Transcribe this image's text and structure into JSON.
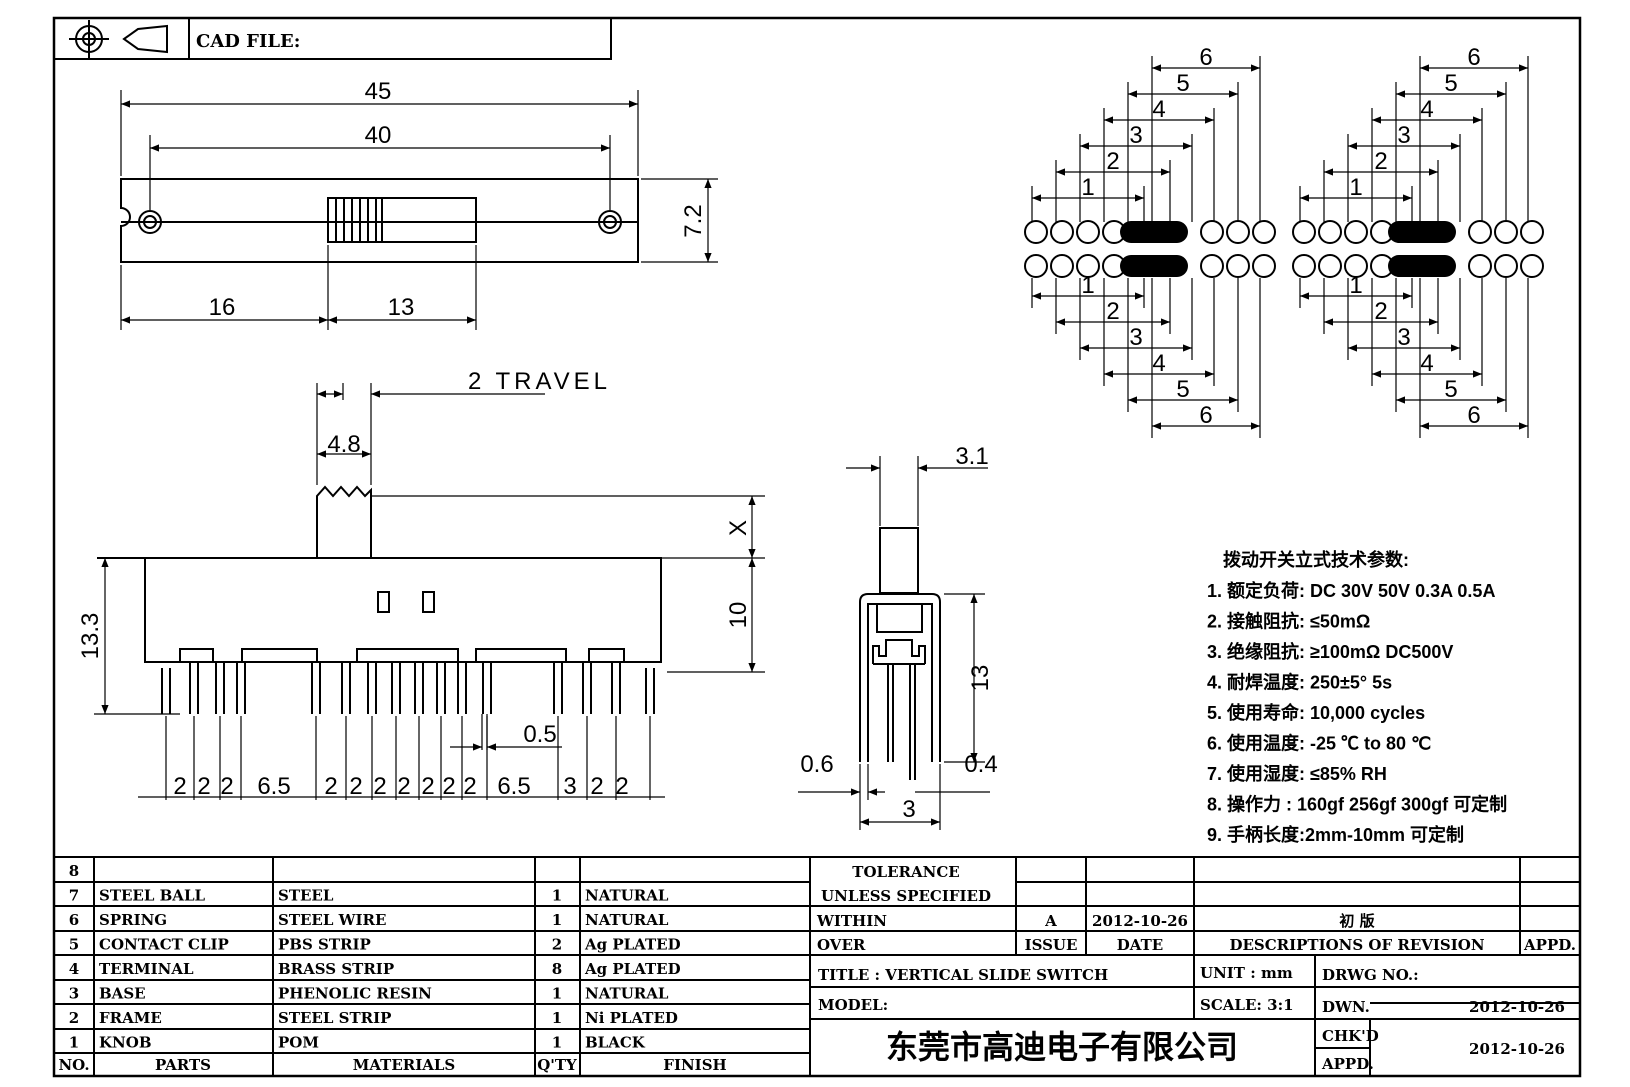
{
  "header": {
    "cad_file_label": "CAD FILE:"
  },
  "top_view": {
    "dims": {
      "overall": "45",
      "mount": "40",
      "height": "7.2",
      "left": "16",
      "window": "13"
    }
  },
  "front_view": {
    "travel": "2 TRAVEL",
    "knob_width": "4.8",
    "x": "X",
    "body_height": "13.3",
    "body": "10",
    "pin_width": "0.5",
    "pitch_labels": [
      "2",
      "2",
      "2",
      "6.5",
      "2",
      "2",
      "2",
      "2",
      "2",
      "2",
      "2",
      "6.5",
      "3",
      "2",
      "2"
    ]
  },
  "side_view": {
    "top": "3.1",
    "height": "13",
    "left": "0.6",
    "right": "0.4",
    "bottom": "3"
  },
  "pin_diagrams": [
    {
      "pos_top": [
        "6",
        "5",
        "4",
        "3",
        "2",
        "1"
      ],
      "pos_bottom": [
        "1",
        "2",
        "3",
        "4",
        "5",
        "6"
      ]
    },
    {
      "pos_top": [
        "6",
        "5",
        "4",
        "3",
        "2",
        "1"
      ],
      "pos_bottom": [
        "1",
        "2",
        "3",
        "4",
        "5",
        "6"
      ]
    }
  ],
  "specs": {
    "title": "拨动开关立式技术参数:",
    "items": [
      "1. 额定负荷: DC 30V   50V   0.3A   0.5A",
      "2. 接触阻抗: ≤50mΩ",
      "3. 绝缘阻抗: ≥100mΩ  DC500V",
      "4. 耐焊温度: 250±5° 5s",
      "5. 使用寿命: 10,000 cycles",
      "6. 使用温度: -25 ℃ to 80 ℃",
      "7. 使用湿度: ≤85% RH",
      "8. 操作力 : 160gf   256gf   300gf  可定制",
      "9. 手柄长度:2mm-10mm  可定制"
    ]
  },
  "bom": {
    "headers": {
      "no": "NO.",
      "parts": "PARTS",
      "materials": "MATERIALS",
      "qty": "Q'TY",
      "finish": "FINISH"
    },
    "rows": [
      {
        "no": "8",
        "part": "",
        "material": "",
        "qty": "",
        "finish": ""
      },
      {
        "no": "7",
        "part": "STEEL BALL",
        "material": "STEEL",
        "qty": "1",
        "finish": "NATURAL"
      },
      {
        "no": "6",
        "part": "SPRING",
        "material": "STEEL WIRE",
        "qty": "1",
        "finish": "NATURAL"
      },
      {
        "no": "5",
        "part": "CONTACT CLIP",
        "material": "PBS STRIP",
        "qty": "2",
        "finish": "Ag PLATED"
      },
      {
        "no": "4",
        "part": "TERMINAL",
        "material": "BRASS STRIP",
        "qty": "8",
        "finish": "Ag PLATED"
      },
      {
        "no": "3",
        "part": "BASE",
        "material": "PHENOLIC RESIN",
        "qty": "1",
        "finish": "NATURAL"
      },
      {
        "no": "2",
        "part": "FRAME",
        "material": "STEEL STRIP",
        "qty": "1",
        "finish": "Ni PLATED"
      },
      {
        "no": "1",
        "part": "KNOB",
        "material": "POM",
        "qty": "1",
        "finish": "BLACK"
      }
    ]
  },
  "title_block": {
    "tolerance": "TOLERANCE",
    "unless": "UNLESS   SPECIFIED",
    "within": "WITHIN",
    "over": "OVER",
    "rev_issue": "A",
    "rev_date": "2012-10-26",
    "rev_desc": "初  版",
    "issue": "ISSUE",
    "date": "DATE",
    "descriptions": "DESCRIPTIONS OF REVISION",
    "appd": "APPD.",
    "title": "TITLE :   VERTICAL  SLIDE  SWITCH",
    "unit": "UNIT :   mm",
    "drwg_no": "DRWG NO.:",
    "model": "MODEL:",
    "scale": "SCALE:   3:1",
    "dwn": "DWN.",
    "dwn_date": "2012-10-26",
    "chkd": "CHK'D",
    "chkd_date": "2012-10-26",
    "appd2": "APPD.",
    "company": "东莞市高迪电子有限公司"
  }
}
